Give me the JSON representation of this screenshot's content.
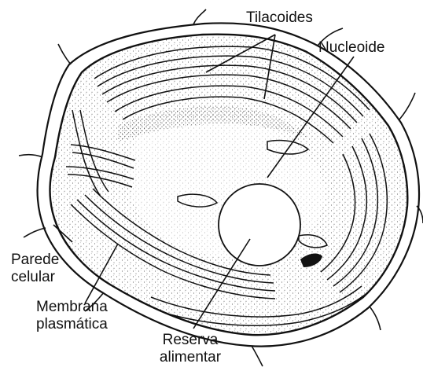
{
  "labels": {
    "tilacoides": "Tilacoides",
    "nucleoide": "Nucleoide",
    "parede": {
      "line1": "Parede",
      "line2": "celular"
    },
    "membrana": {
      "line1": "Membrana",
      "line2": "plasmática"
    },
    "reserva": {
      "line1": "Reserva",
      "line2": "alimentar"
    }
  },
  "colors": {
    "ink": "#111111",
    "background": "#ffffff"
  }
}
